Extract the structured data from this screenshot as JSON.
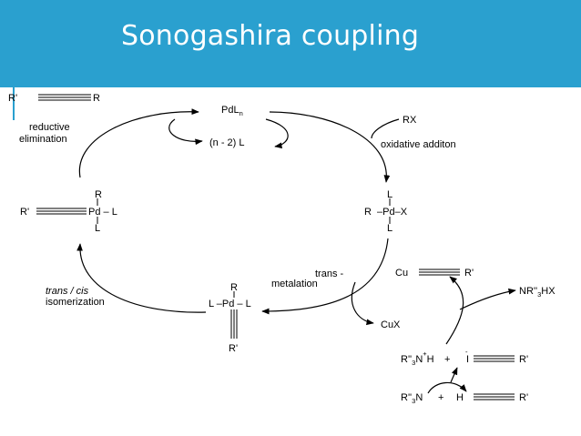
{
  "title": "Sonogashira coupling",
  "product": {
    "r_prime": "R'",
    "r": "R"
  },
  "reductive_elimination": {
    "line1": "reductive",
    "line2": "elimination"
  },
  "catalyst": {
    "main": "PdL",
    "sub": "n",
    "ligand_loss": "(n - 2) L"
  },
  "oxidative_addition": {
    "reagent": "RX",
    "label": "oxidative additon"
  },
  "pd_r_x": {
    "top": "L",
    "left": "R",
    "center": "Pd",
    "right": "X",
    "bottom": "L"
  },
  "pd_left": {
    "top": "R",
    "left": "R'",
    "center": "Pd",
    "right": "L",
    "bottom": "L"
  },
  "pd_bottom": {
    "top": "R",
    "left": "L",
    "center": "Pd",
    "right": "L",
    "bottom": "R'"
  },
  "trans_cis": {
    "line1": "trans / cis",
    "line2": "isomerization"
  },
  "transmetalation": {
    "line1": "trans -",
    "line2": "metalation"
  },
  "copper_acetylide": {
    "metal": "Cu",
    "r_prime": "R'"
  },
  "cux": "CuX",
  "ammonium_salt": {
    "prefix": "NR''",
    "sub": "3",
    "suffix": "HX"
  },
  "protonated_amine": {
    "prefix": "R''",
    "sub": "3",
    "n": "N",
    "plus": "+",
    "h": "H",
    "plus_sign": "+",
    "minus": "-",
    "i": "I",
    "r_prime": "R'"
  },
  "amine_alkyne": {
    "prefix": "R''",
    "sub": "3",
    "n": "N",
    "plus_sign": "+",
    "h": "H",
    "r_prime": "R'"
  },
  "colors": {
    "header": "#2aa0cf",
    "title": "#ffffff",
    "ink": "#000000"
  }
}
